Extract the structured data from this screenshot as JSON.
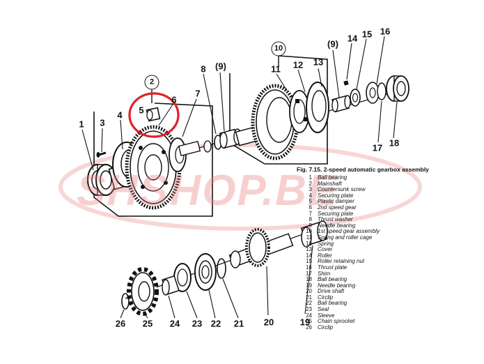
{
  "watermark_text": "SHSHOP.BE",
  "highlight_color": "#e31f26",
  "watermark_color": "#e67878",
  "callouts": [
    {
      "id": "1",
      "label": "1"
    },
    {
      "id": "2",
      "label": "2"
    },
    {
      "id": "3",
      "label": "3"
    },
    {
      "id": "4",
      "label": "4"
    },
    {
      "id": "5",
      "label": "5"
    },
    {
      "id": "6",
      "label": "6"
    },
    {
      "id": "7",
      "label": "7"
    },
    {
      "id": "8",
      "label": "8"
    },
    {
      "id": "9a",
      "label": "(9)"
    },
    {
      "id": "10",
      "label": "10"
    },
    {
      "id": "11",
      "label": "11"
    },
    {
      "id": "12",
      "label": "12"
    },
    {
      "id": "13",
      "label": "13"
    },
    {
      "id": "9b",
      "label": "(9)"
    },
    {
      "id": "14",
      "label": "14"
    },
    {
      "id": "15",
      "label": "15"
    },
    {
      "id": "16",
      "label": "16"
    },
    {
      "id": "17",
      "label": "17"
    },
    {
      "id": "18",
      "label": "18"
    },
    {
      "id": "19",
      "label": "19"
    },
    {
      "id": "20",
      "label": "20"
    },
    {
      "id": "21",
      "label": "21"
    },
    {
      "id": "22",
      "label": "22"
    },
    {
      "id": "23",
      "label": "23"
    },
    {
      "id": "24",
      "label": "24"
    },
    {
      "id": "25",
      "label": "25"
    },
    {
      "id": "26",
      "label": "26"
    }
  ],
  "legend": {
    "title": "Fig. 7.15. 2-speed automatic gearbox assembly",
    "items": [
      {
        "num": "1",
        "text": "Ball bearing"
      },
      {
        "num": "2",
        "text": "Mainshaft"
      },
      {
        "num": "3",
        "text": "Countersunk screw"
      },
      {
        "num": "4",
        "text": "Securing plate"
      },
      {
        "num": "5",
        "text": "Plastic damper"
      },
      {
        "num": "6",
        "text": "2nd speed gear"
      },
      {
        "num": "7",
        "text": "Securing plate"
      },
      {
        "num": "8",
        "text": "Thrust washer"
      },
      {
        "num": "9",
        "text": "Needle bearing"
      },
      {
        "num": "10",
        "text": "1st speed gear assembly"
      },
      {
        "num": "11",
        "text": "Spring and roller cage"
      },
      {
        "num": "12",
        "text": "Spring"
      },
      {
        "num": "13",
        "text": "Cover"
      },
      {
        "num": "14",
        "text": "Roller"
      },
      {
        "num": "15",
        "text": "Roller retaining nut"
      },
      {
        "num": "16",
        "text": "Thrust plate"
      },
      {
        "num": "17",
        "text": "Shim"
      },
      {
        "num": "18",
        "text": "Ball bearing"
      },
      {
        "num": "19",
        "text": "Needle bearing"
      },
      {
        "num": "20",
        "text": "Drive shaft"
      },
      {
        "num": "21",
        "text": "Circlip"
      },
      {
        "num": "22",
        "text": "Ball bearing"
      },
      {
        "num": "23",
        "text": "Seal"
      },
      {
        "num": "24",
        "text": "Sleeve"
      },
      {
        "num": "25",
        "text": "Chain sprocket"
      },
      {
        "num": "26",
        "text": "Circlip"
      }
    ]
  }
}
